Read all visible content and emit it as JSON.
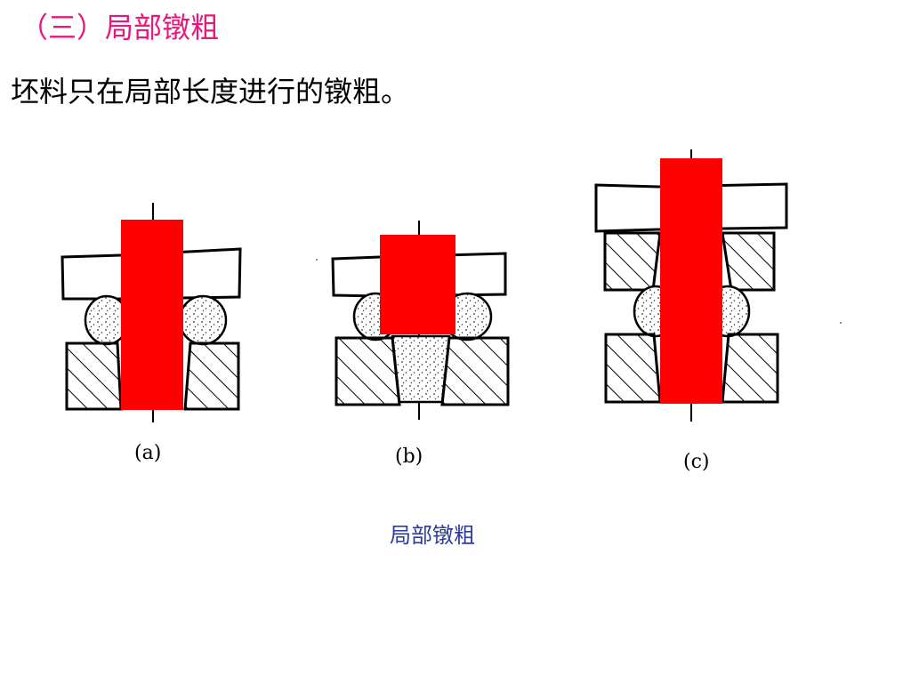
{
  "slide": {
    "title": "（三）局部镦粗",
    "subtitle": "坯料只在局部长度进行的镦粗。",
    "caption": "局部镦粗"
  },
  "panels": [
    {
      "id": "a",
      "label": "(a)"
    },
    {
      "id": "b",
      "label": "(b)"
    },
    {
      "id": "c",
      "label": "(c)"
    }
  ],
  "colors": {
    "title": "#e8177c",
    "caption": "#2e3a9e",
    "overlay": "#ff0000",
    "line": "#000000"
  }
}
